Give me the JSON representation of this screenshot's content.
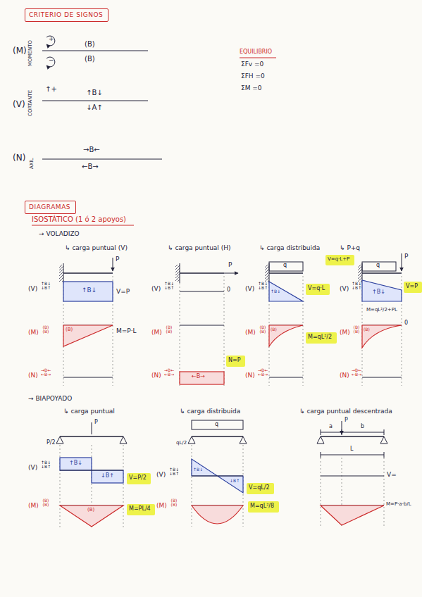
{
  "diagram": {
    "nodes": [
      {
        "text": [
          "CRITERIO DE SIGNOS"
        ]
      },
      {
        "text": [
          "DIAGRAMAS"
        ]
      },
      {
        "text": [
          "V=q·L+P"
        ]
      },
      {
        "text": [
          "V=P"
        ]
      },
      {
        "text": [
          "V=q·L"
        ]
      },
      {
        "text": [
          "M=qL²/2"
        ]
      },
      {
        "text": [
          "N=P"
        ]
      },
      {
        "text": [
          "V=P/2"
        ]
      },
      {
        "text": [
          "M=PL/4"
        ]
      },
      {
        "text": [
          "V=qL/2"
        ]
      },
      {
        "text": [
          "M=qL²/8"
        ]
      }
    ],
    "labels": [
      "(M)",
      "MOMENTO",
      "+",
      "−",
      "(B)",
      "(B)",
      "EQUILIBRIO",
      "ΣFv =0",
      "ΣFH =0",
      "ΣM =0",
      "(V)",
      "CORTANTE",
      "↑+",
      "↑B↓",
      "↓A↑",
      "(N)",
      "AXIL",
      "→B←",
      "←B→",
      "ISOSTÁTICO (1 ó 2 apoyos)",
      "→ VOLADIZO",
      "↳ carga puntual (V)",
      "↳ carga puntual (H)",
      "↳ carga distribuida",
      "↳ P+q",
      "P",
      "P",
      "q",
      "q",
      "P",
      "(V)",
      "↑B↓ ↓B↑",
      "↑B↓",
      "V=P",
      "(M)",
      "(B) (B)",
      "(B)",
      "M=P·L",
      "(N)",
      "→B← ←B→",
      "(V)",
      "↑B↓ ↓B↑",
      "0",
      "(M)",
      "(B) (B)",
      "(N)",
      "→B← ←B→",
      "←B→",
      "(V)",
      "↑B↓ ↓B↑",
      "↑B↓",
      "(M)",
      "(B) (B)",
      "(B)",
      "(N)",
      "→B← ←B→",
      "(V)",
      "↑B↓ ↓B↑",
      "↑B↓",
      "M=qL²/2+PL",
      "(M)",
      "(B) (B)",
      "(B)",
      "0",
      "(N)",
      "→B← ←B→",
      "→ BIAPOYADO",
      "↳ carga puntual",
      "↳ carga distribuida",
      "↳ carga puntual descentrada",
      "P",
      "P/2",
      "(V)",
      "↑B↓ ↓B↑",
      "↑B↓",
      "↓B↑",
      "(M)",
      "(B) (B)",
      "(B)",
      "q",
      "qL/2",
      "(V)",
      "↑B↓ ↓B↑",
      "↑B↓",
      "↓B↑",
      "(M)",
      "(B) (B)",
      "P",
      "a",
      "b",
      "L",
      "V=",
      "M=P·a·b/L"
    ]
  }
}
